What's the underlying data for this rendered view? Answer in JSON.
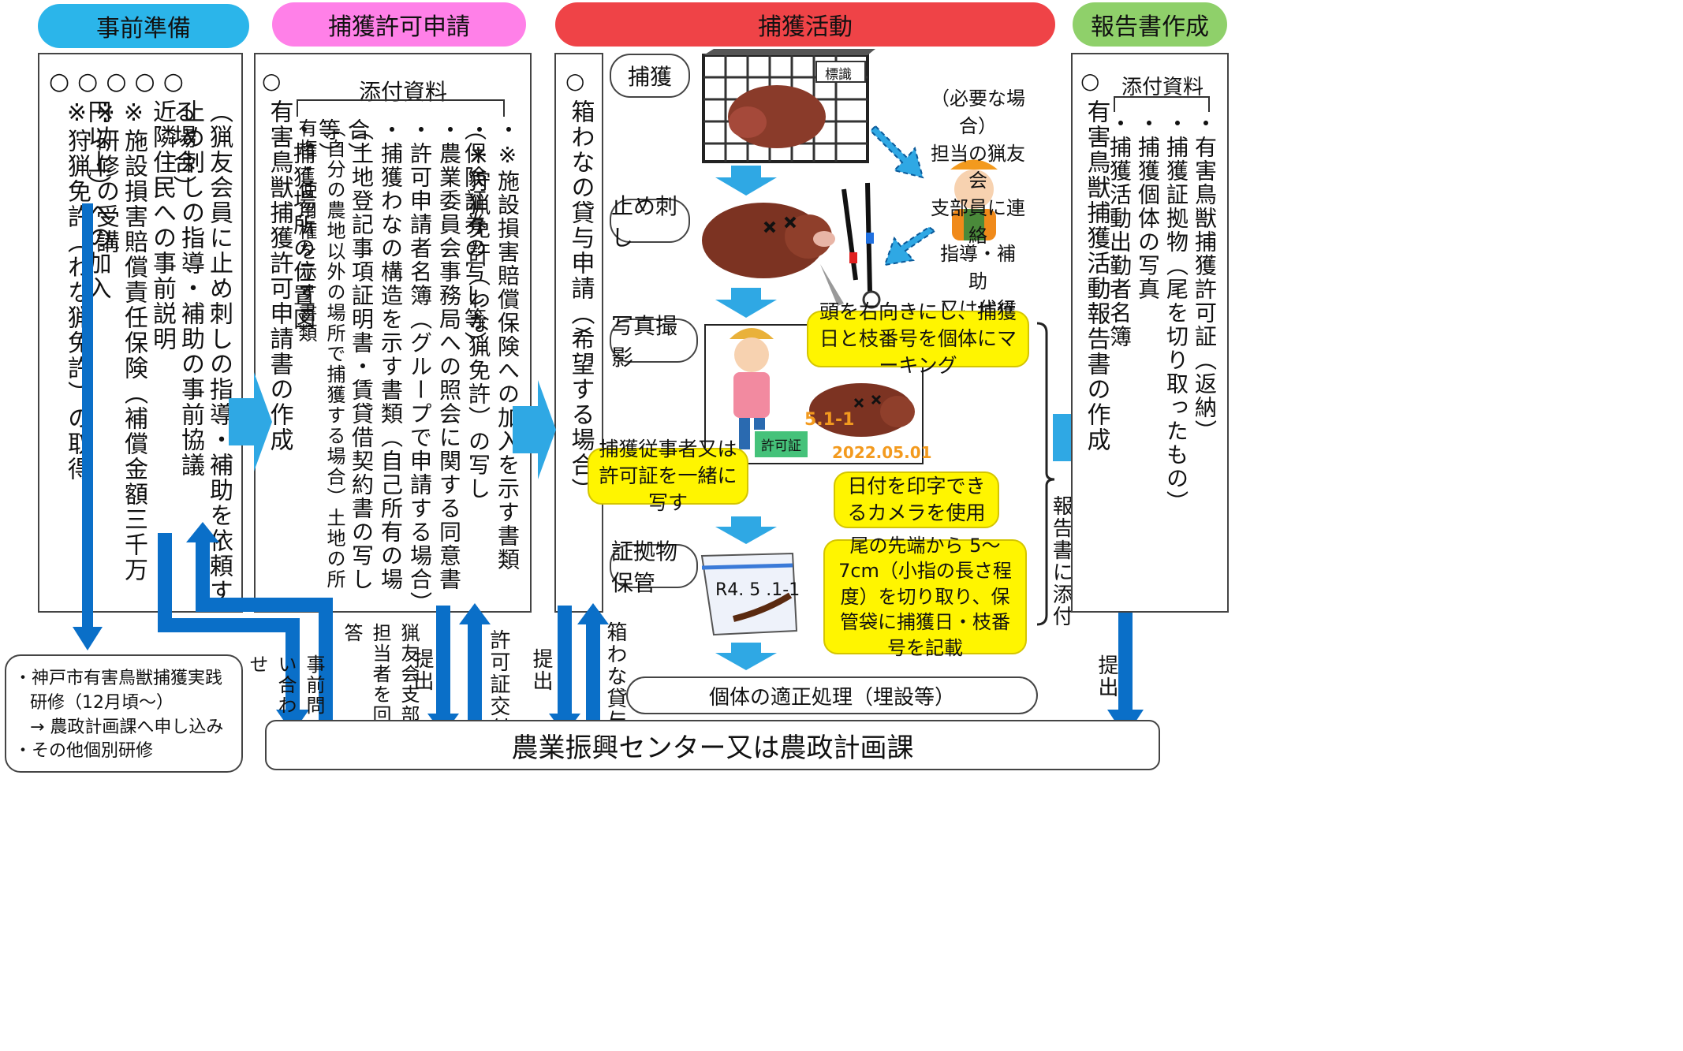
{
  "phases": {
    "prep": "事前準備",
    "apply": "捕獲許可申請",
    "capture": "捕獲活動",
    "report": "報告書作成"
  },
  "prep": {
    "circles": "○○○○○",
    "col1": "（猟友会員に止め刺しの指導・補助を依頼する場合）",
    "col2": "止め刺しの指導・補助の事前協議",
    "col3": "近隣住民への事前説明",
    "col4": "※施設損害賠償責任保険（補償金額三千万円以上）への加入",
    "col5": "※研修の受講",
    "col6": "※狩猟免許（わな猟免許）の取得"
  },
  "apply": {
    "circle": "○",
    "main": "有害鳥獣捕獲許可申請書の作成",
    "attach_title": "添付資料",
    "items": [
      "・※施設損害賠償保険への加入を示す書類（保険証券の写し等）",
      "・※狩猟免許（わな猟免許）の写し",
      "・農業委員会事務局への照会に関する同意書",
      "・許可申請者名簿（グループで申請する場合）",
      "・捕獲わなの構造を示す書類（自己所有の場合）",
      "（土地登記事項証明書・賃貸借契約書の写し等）",
      "（自分の農地以外の場所で捕獲する場合）土地の所有権・使用権を示す書類",
      "・捕獲場所の位置図"
    ]
  },
  "trap_box": {
    "circle": "○",
    "text": "箱わなの貸与申請（希望する場合）"
  },
  "capture": {
    "steps": [
      "捕獲",
      "止め刺し",
      "写真撮影",
      "証拠物保管"
    ],
    "sign": "標識",
    "contact": [
      "（必要な場合）",
      "担当の猟友会",
      "支部員に連絡"
    ],
    "assist": [
      "指導・補助",
      "又は代行"
    ],
    "note_mark": "頭を右向きにし、捕獲日と枝番号を個体にマーキング",
    "note_photo": "捕獲従事者又は許可証を一緒に写す",
    "note_camera": "日付を印字できるカメラを使用",
    "note_tail": "尾の先端から 5～7cm（小指の長さ程度）を切り取り、保管袋に捕獲日・枝番号を記載",
    "permit_tag": "許可証",
    "marking": "5.1-1",
    "date_stamp": "2022.05.01",
    "bag_label": "R4. 5 .1-1",
    "disposal": "個体の適正処理（埋設等）",
    "attach_report": "報告書に添付"
  },
  "report": {
    "circle": "○",
    "main": "有害鳥獣捕獲活動報告書の作成",
    "attach_title": "添付資料",
    "items": [
      "・有害鳥獣捕獲許可証（返納）",
      "・捕獲証拠物（尾を切り取ったもの）",
      "・捕獲個体の写真",
      "・捕獲活動出勤者名簿"
    ]
  },
  "flow_labels": {
    "inquiry": "事前問い合わせ",
    "answer": "猟友会支部担当者を回答",
    "submit1": "提出",
    "permit": "許可証交付",
    "submit2": "提出",
    "trap_lend": "箱わな貸与",
    "submit3": "提出"
  },
  "training": {
    "line1": "・神戸市有害鳥獣捕獲実践",
    "line2": "研修（12月頃～）",
    "line3": "→ 農政計画課へ申し込み",
    "line4": "・その他個別研修"
  },
  "center": "農業振興センター又は農政計画課",
  "colors": {
    "prep": "#2bb5ea",
    "apply": "#ff80e8",
    "capture": "#ef4347",
    "report": "#8fd06a",
    "arrow": "#0a6fc8",
    "arrow_light": "#2fa8e4",
    "note": "#fff500"
  }
}
